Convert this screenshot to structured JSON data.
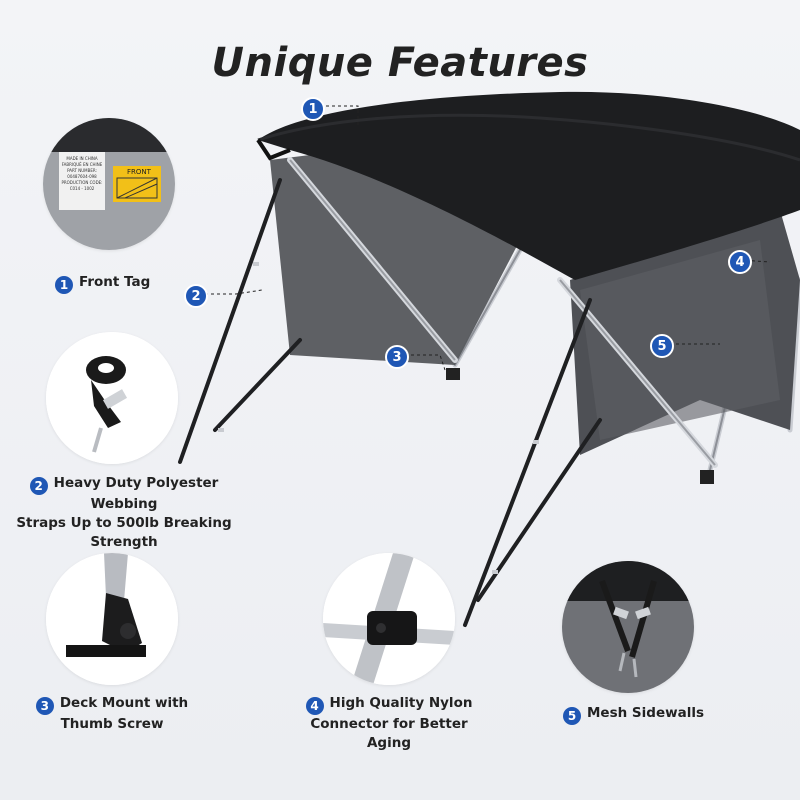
{
  "title": "Unique Features",
  "features": [
    {
      "num": "1",
      "label": "Front Tag"
    },
    {
      "num": "2",
      "label_line1": "Heavy Duty Polyester Webbing",
      "label_line2": "Straps Up to 500lb Breaking",
      "label_line3": "Strength"
    },
    {
      "num": "3",
      "label_line1": "Deck Mount with",
      "label_line2": "Thumb Screw"
    },
    {
      "num": "4",
      "label_line1": "High Quality Nylon",
      "label_line2": "Connector for Better Aging"
    },
    {
      "num": "5",
      "label": "Mesh Sidewalls"
    }
  ],
  "tag": {
    "line1": "MADE IN CHINA",
    "line2": "FABRIQUÉ EN CHINE",
    "line3": "PART NUMBER:",
    "line4": "00487604-098",
    "line5": "PRODUCTION CODE:",
    "line6": "C014 - 1002",
    "front": "FRONT"
  },
  "callouts": [
    "1",
    "2",
    "3",
    "4",
    "5"
  ],
  "colors": {
    "accent": "#1f57b5",
    "canopy": "#1c1c1e",
    "mesh": "#6b6d72"
  }
}
